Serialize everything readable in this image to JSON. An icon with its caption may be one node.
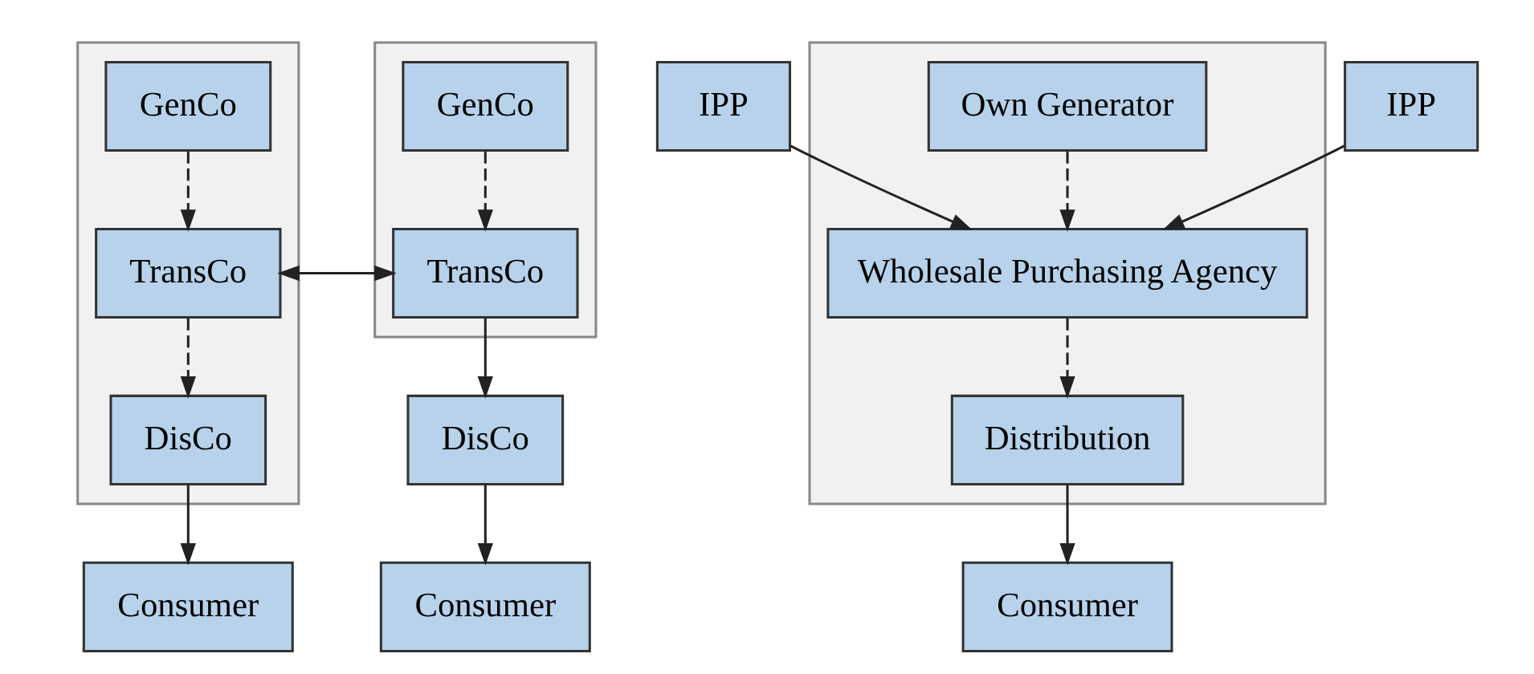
{
  "diagram": {
    "nodes": [
      {
        "text": [],
        "shape": "box"
      },
      {
        "text": [
          "GenCo"
        ],
        "in": 0
      },
      {
        "text": [
          "TransCo"
        ],
        "in": 0
      },
      {
        "text": [
          "DisCo"
        ],
        "in": 0
      },
      {
        "text": [
          "Consumer"
        ]
      },
      {
        "text": [],
        "shape": "box"
      },
      {
        "text": [
          "GenCo"
        ],
        "in": 5
      },
      {
        "text": [
          "TransCo"
        ],
        "in": 5
      },
      {
        "text": [
          "DisCo"
        ]
      },
      {
        "text": [
          "Consumer"
        ]
      },
      {
        "text": [
          "IPP"
        ]
      },
      {
        "text": [],
        "shape": "box"
      },
      {
        "text": [
          "Own Generator"
        ],
        "in": 11
      },
      {
        "text": [
          "Wholesale Purchasing Agency"
        ],
        "in": 11
      },
      {
        "text": [
          "Distribution"
        ],
        "in": 11
      },
      {
        "text": [
          "IPP"
        ]
      },
      {
        "text": [
          "Consumer"
        ]
      }
    ],
    "edges": [
      {
        "from": 1,
        "to": 2,
        "arrow": "to",
        "style": "dashed"
      },
      {
        "from": 2,
        "to": 3,
        "arrow": "to",
        "style": "dashed"
      },
      {
        "from": 3,
        "to": 4,
        "arrow": "to"
      },
      {
        "from": 6,
        "to": 7,
        "arrow": "to",
        "style": "dashed"
      },
      {
        "from": 7,
        "to": 2,
        "arrow": "to"
      },
      {
        "from": 2,
        "to": 7,
        "arrow": "to"
      },
      {
        "from": 7,
        "to": 8,
        "arrow": "to"
      },
      {
        "from": 8,
        "to": 9,
        "arrow": "to"
      },
      {
        "from": 10,
        "to": 13,
        "arrow": "to"
      },
      {
        "from": 12,
        "to": 13,
        "arrow": "to",
        "style": "dashed"
      },
      {
        "from": 15,
        "to": 13,
        "arrow": "to"
      },
      {
        "from": 13,
        "to": 14,
        "arrow": "to",
        "style": "dashed"
      },
      {
        "from": 14,
        "to": 16,
        "arrow": "to"
      }
    ]
  }
}
